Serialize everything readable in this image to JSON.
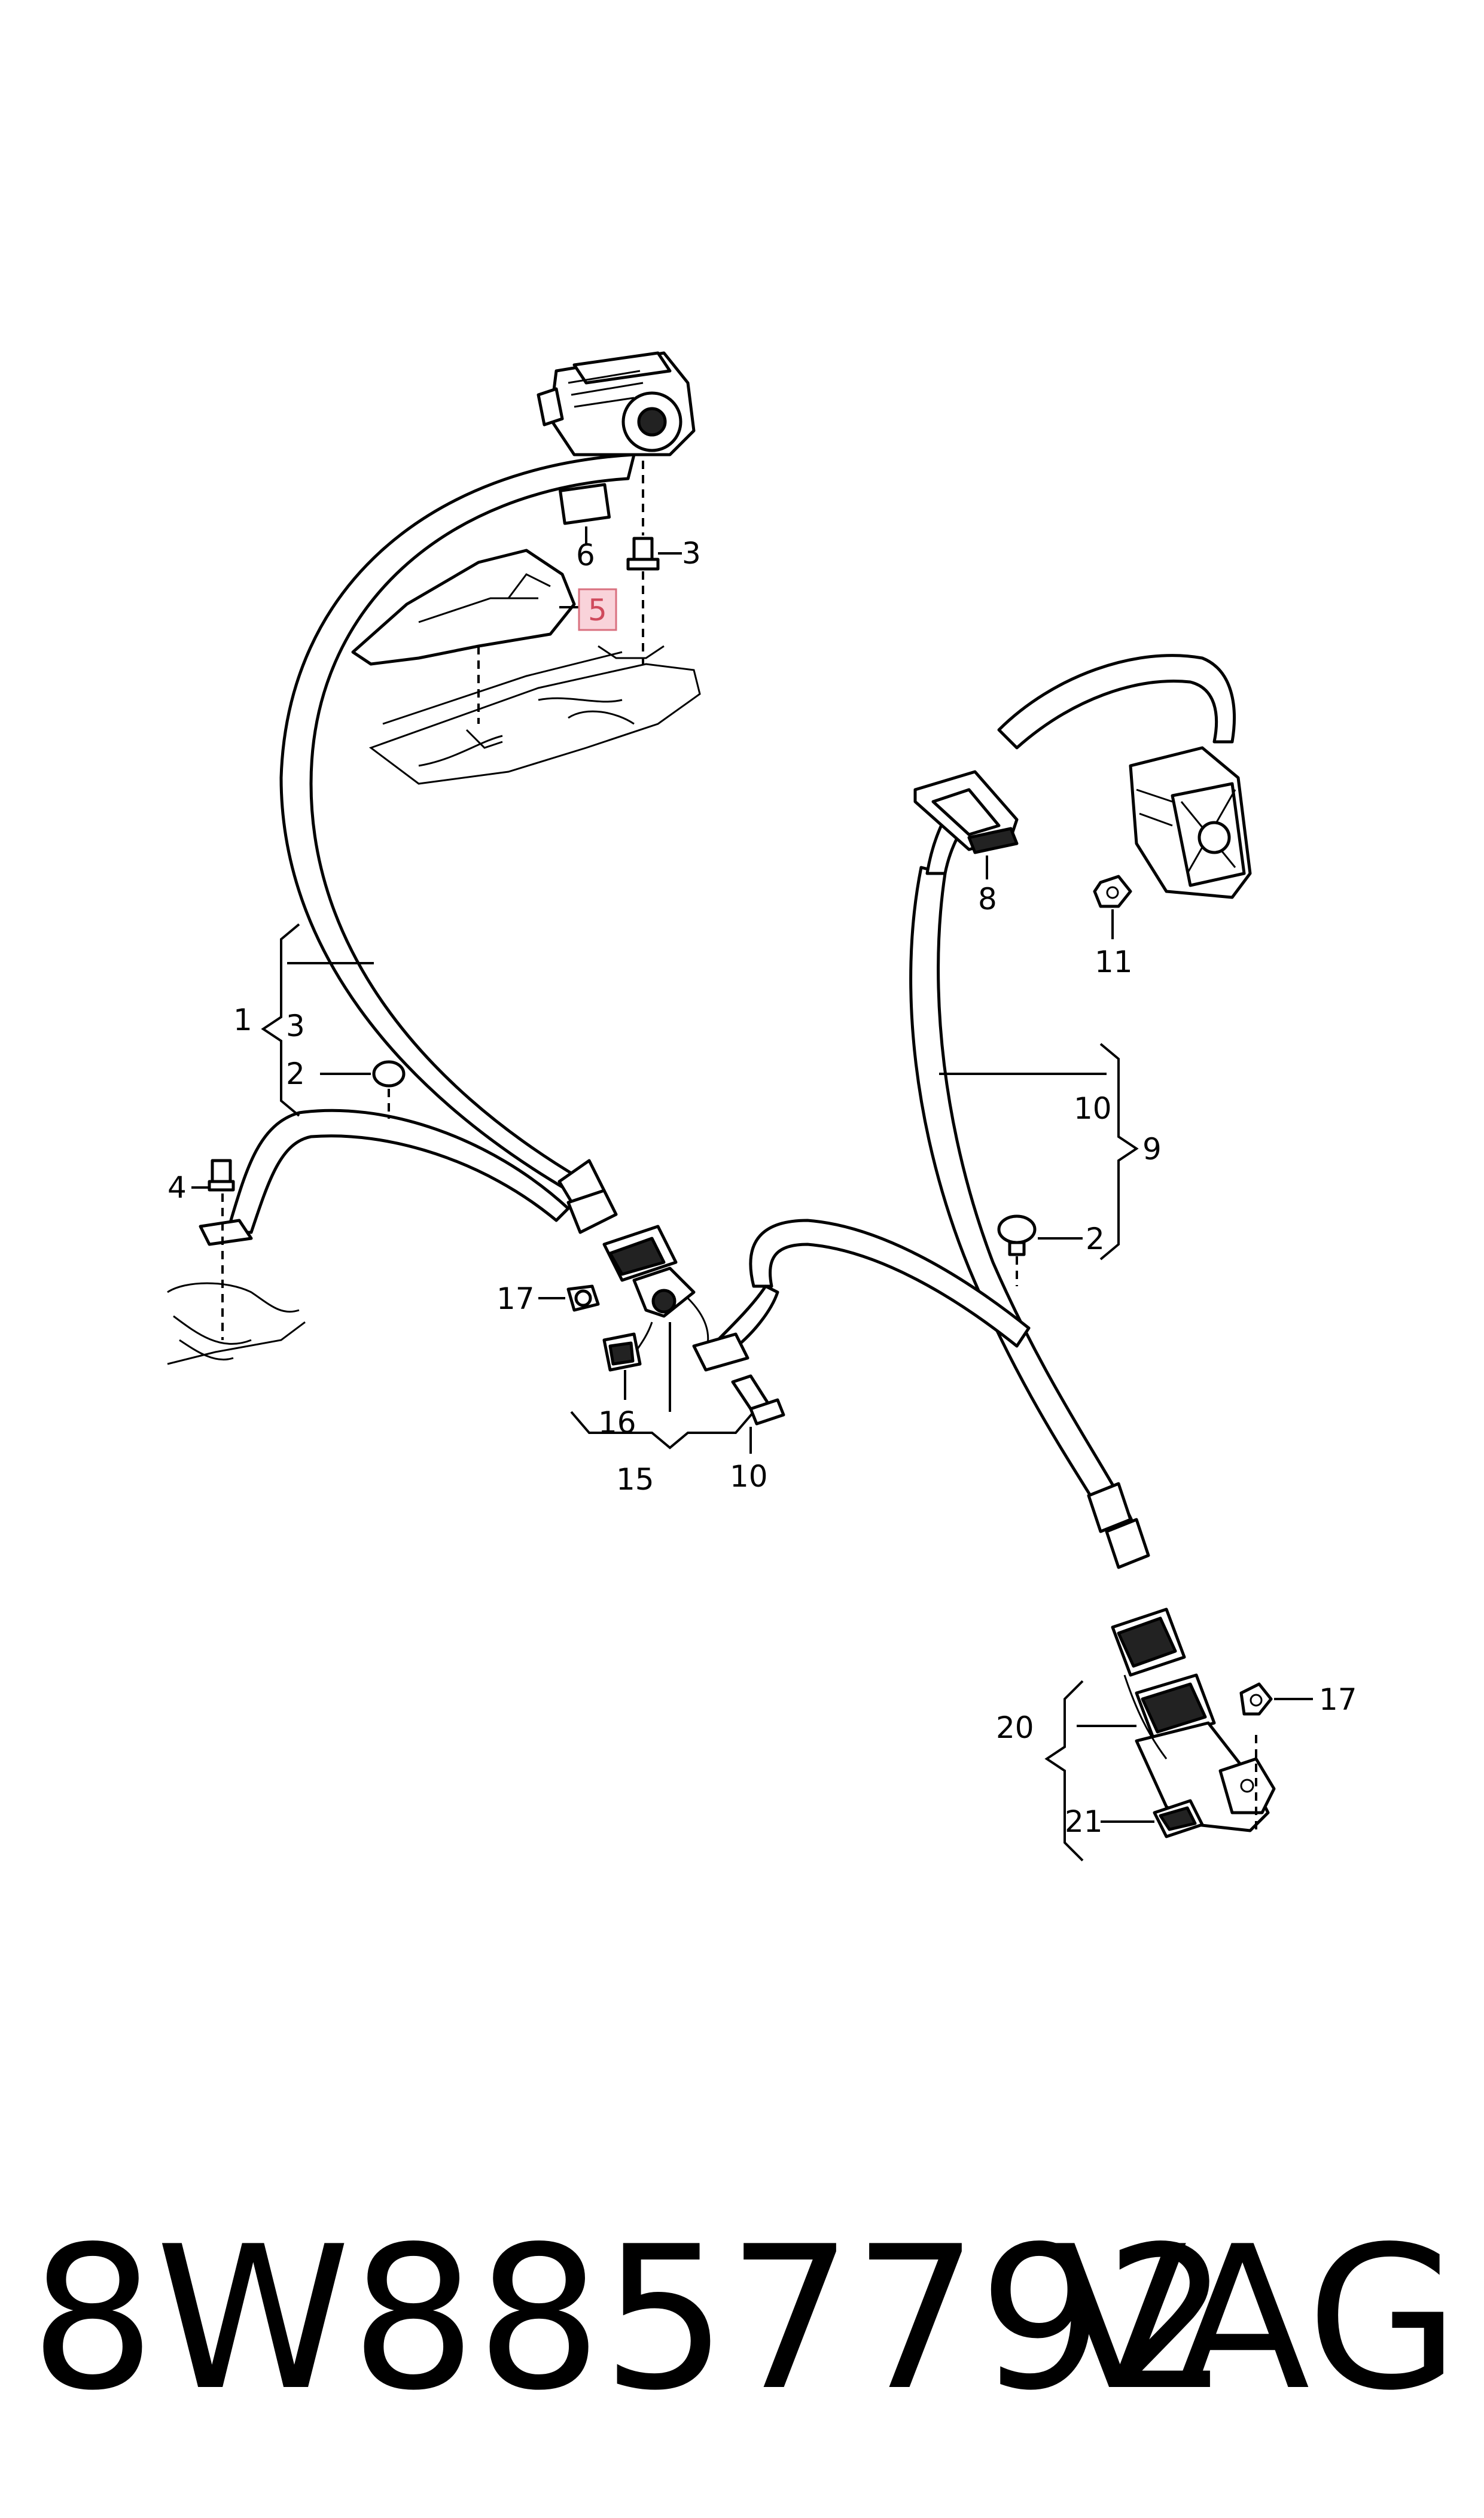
{
  "callouts": {
    "n1": "1",
    "n2a": "2",
    "n2b": "2",
    "n3a": "3",
    "n3b": "3",
    "n4": "4",
    "n5": "5",
    "n6": "6",
    "n8": "8",
    "n9": "9",
    "n10a": "10",
    "n10b": "10",
    "n11": "11",
    "n15": "15",
    "n16": "16",
    "n17a": "17",
    "n17b": "17",
    "n20": "20",
    "n21": "21"
  },
  "footer": {
    "part_number": "8W8857792",
    "brand": "VAG"
  },
  "colors": {
    "line": "#000000",
    "highlight_fill": "#f9d3da",
    "highlight_stroke": "#d9707f"
  }
}
